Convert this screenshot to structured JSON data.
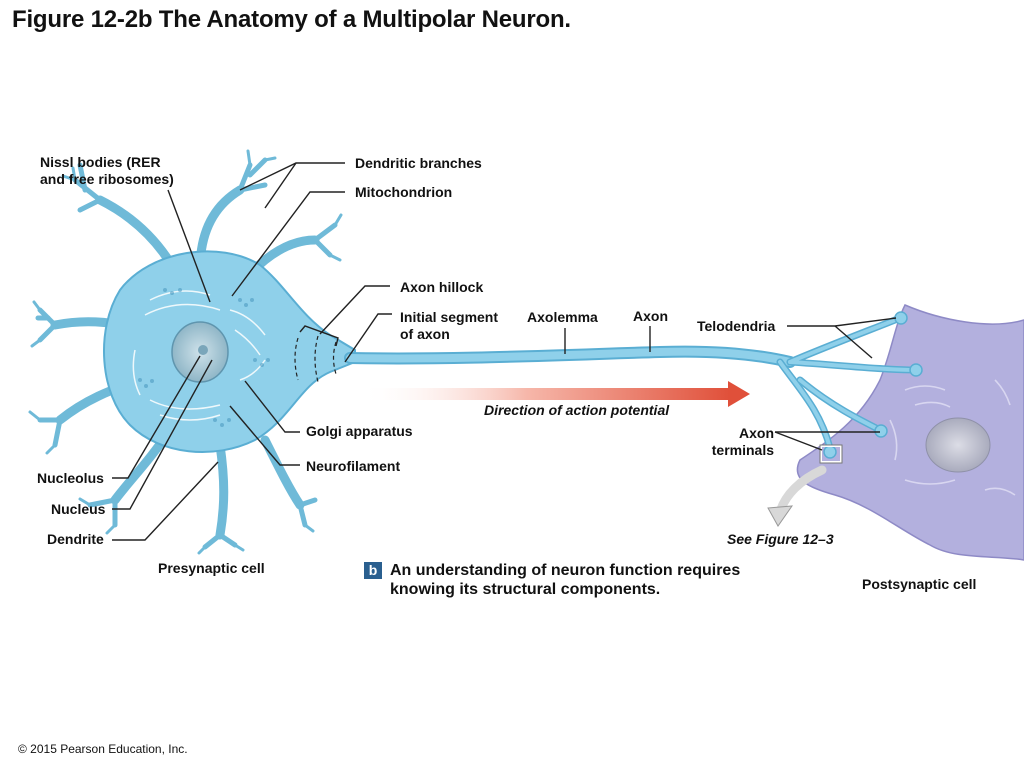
{
  "title": "Figure 12-2b The Anatomy of a Multipolar Neuron.",
  "labels": {
    "nissl": "Nissl bodies (RER\nand free ribosomes)",
    "dendritic_branches": "Dendritic branches",
    "mitochondrion": "Mitochondrion",
    "axon_hillock": "Axon hillock",
    "initial_segment": "Initial segment\nof axon",
    "axolemma": "Axolemma",
    "axon": "Axon",
    "telodendria": "Telodendria",
    "direction": "Direction of action potential",
    "golgi": "Golgi apparatus",
    "neurofilament": "Neurofilament",
    "axon_terminals": "Axon\nterminals",
    "nucleolus": "Nucleolus",
    "nucleus": "Nucleus",
    "dendrite": "Dendrite",
    "presynaptic": "Presynaptic cell",
    "postsynaptic": "Postsynaptic cell",
    "see_figure": "See Figure 12–3"
  },
  "caption": {
    "badge": "b",
    "text": "An understanding of neuron function requires\nknowing its structural components."
  },
  "copyright": "© 2015 Pearson Education, Inc.",
  "colors": {
    "neuron": "#7ec8e3",
    "neuron_outline": "#4a9fc4",
    "postsynaptic": "#a9a6d8",
    "arrow": "#e0503a",
    "badge": "#2a5f8f"
  }
}
